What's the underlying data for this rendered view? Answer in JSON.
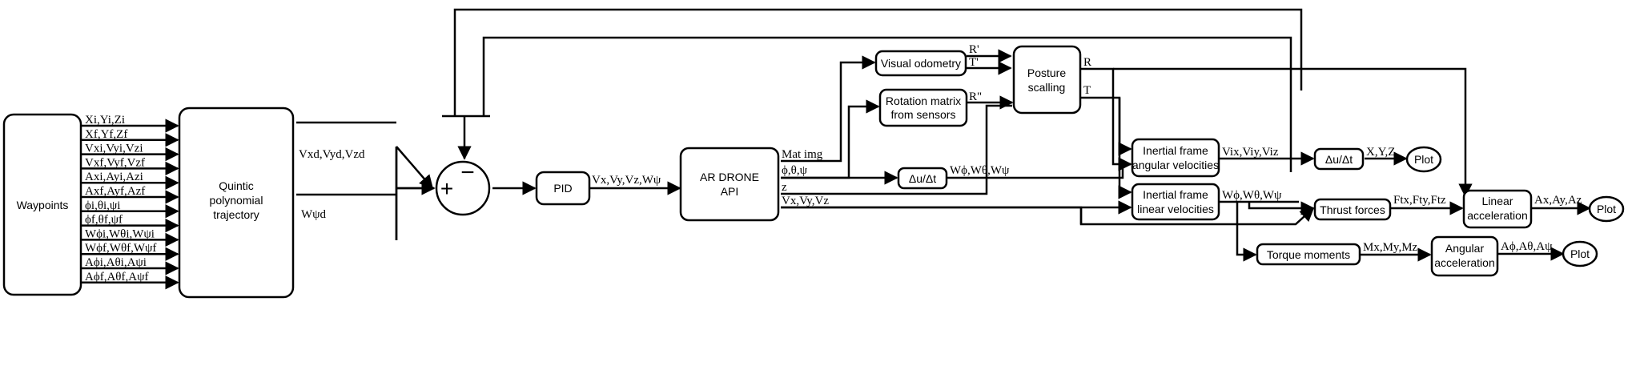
{
  "blocks": {
    "waypoints": "Waypoints",
    "quintic": [
      "Quintic",
      "polynomial",
      "trajectory"
    ],
    "pid": "PID",
    "ardrone": [
      "AR DRONE",
      "API"
    ],
    "visual_odometry": "Visual odometry",
    "rotation_matrix": [
      "Rotation matrix",
      "from sensors"
    ],
    "posture": [
      "Posture",
      "scalling"
    ],
    "du_dt_1": "Δu/Δt",
    "inertial_angular": [
      "Inertial frame",
      "angular velocities"
    ],
    "inertial_linear": [
      "Inertial frame",
      "linear velocities"
    ],
    "du_dt_2": "Δu/Δt",
    "thrust": "Thrust forces",
    "torque": "Torque moments",
    "linear_acc": [
      "Linear",
      "acceleration"
    ],
    "angular_acc": [
      "Angular",
      "acceleration"
    ],
    "plot_1": "Plot",
    "plot_2": "Plot",
    "plot_3": "Plot"
  },
  "waypoint_signals": [
    "Xi,Yi,Zi",
    "Xf,Yf,Zf",
    "Vxi,Vyi,Vzi",
    "Vxf,Vyf,Vzf",
    "Axi,Ayi,Azi",
    "Axf,Ayf,Azf",
    "ϕi,θi,ψi",
    "ϕf,θf,ψf",
    "Wϕi,Wθi,Wψi",
    "Wϕf,Wθf,Wψf",
    "Aϕi,Aθi,Aψi",
    "Aϕf,Aθf,Aψf"
  ],
  "signals": {
    "desired_lin_vel": "Vxd,Vyd,Vzd",
    "desired_yaw_rate": "Wψd",
    "pid_out": "Vx,Vy,Vz,Wψ",
    "mat_img": "Mat img",
    "angles": "ϕ,θ,ψ",
    "z": "z",
    "vel": "Vx,Vy,Vz",
    "r_prime": "R'",
    "t_prime": "T'",
    "r_dprime": "R\"",
    "r": "R",
    "t": "T",
    "ang_rates": "Wϕ,Wθ,Wψ",
    "inertial_vel": "Vix,Viy,Viz",
    "position": "X,Y,Z",
    "ang_vel_out": "Wϕ,Wθ,Wψ",
    "forces": "Ftx,Fty,Ftz",
    "lin_acc": "Ax,Ay,Az",
    "moments": "Mx,My,Mz",
    "ang_acc": "Aϕ,Aθ,Aψ"
  },
  "summer": {
    "plus": "+",
    "minus": "−"
  }
}
